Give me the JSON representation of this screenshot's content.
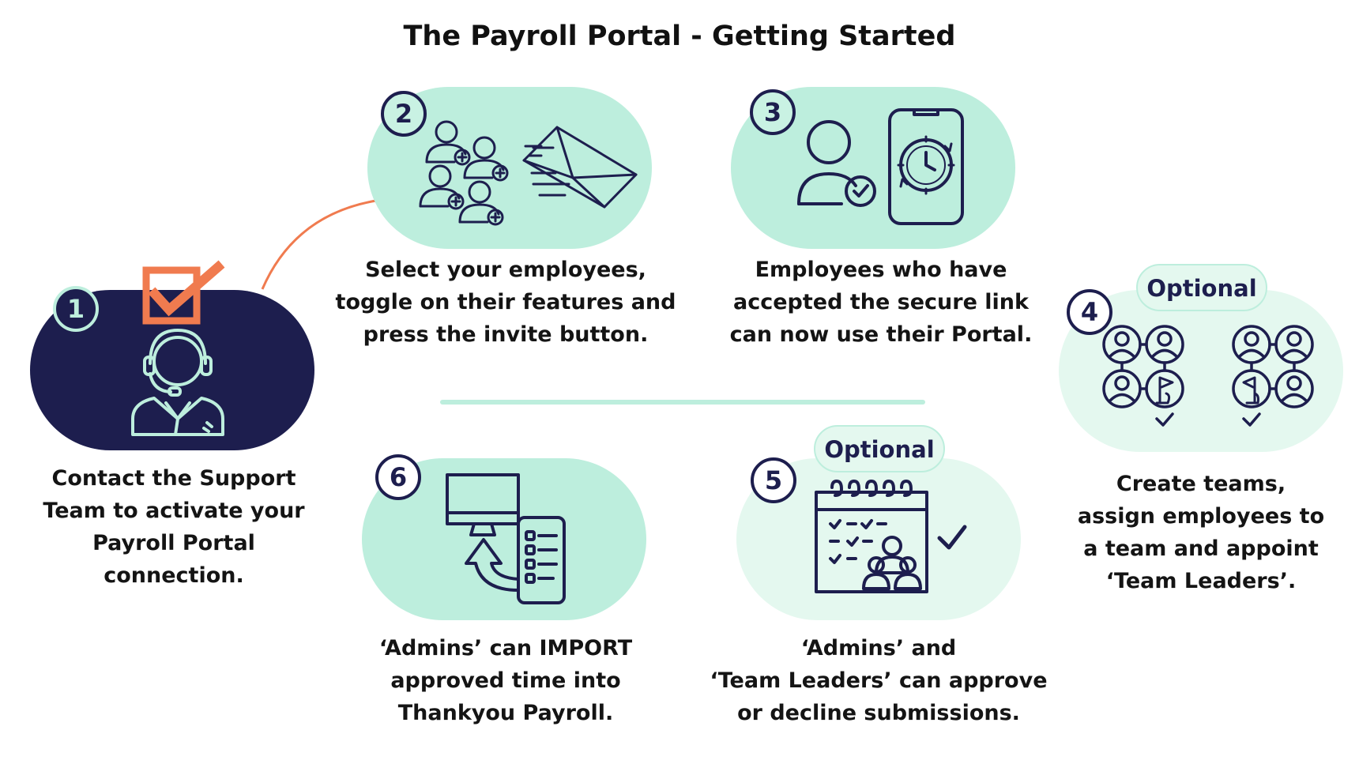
{
  "title": "The Payroll Portal - Getting Started",
  "colors": {
    "navy": "#1d1e4e",
    "mint": "#bdeedd",
    "light_mint": "#e4f8ef",
    "accent": "#f07b4f"
  },
  "steps": [
    {
      "number": "1",
      "icon": "support-agent-icon",
      "caption": "Contact the Support\nTeam to activate your\nPayroll Portal\nconnection."
    },
    {
      "number": "2",
      "icon": "add-users-and-envelope-icon",
      "caption": "Select your employees,\ntoggle on their features and\npress the invite button."
    },
    {
      "number": "3",
      "icon": "verified-user-and-phone-clock-icon",
      "caption": "Employees who have\naccepted the secure link\ncan now use their Portal."
    },
    {
      "number": "4",
      "icon": "team-groups-icon",
      "badge": "Optional",
      "caption": "Create teams,\nassign employees to\na team and appoint\n‘Team Leaders’."
    },
    {
      "number": "5",
      "icon": "calendar-approval-icon",
      "badge": "Optional",
      "caption": "‘Admins’ and\n‘Team Leaders’ can approve\nor decline submissions."
    },
    {
      "number": "6",
      "icon": "import-monitor-phone-icon",
      "caption": "‘Admins’ can IMPORT\napproved time into\nThankyou Payroll."
    }
  ]
}
